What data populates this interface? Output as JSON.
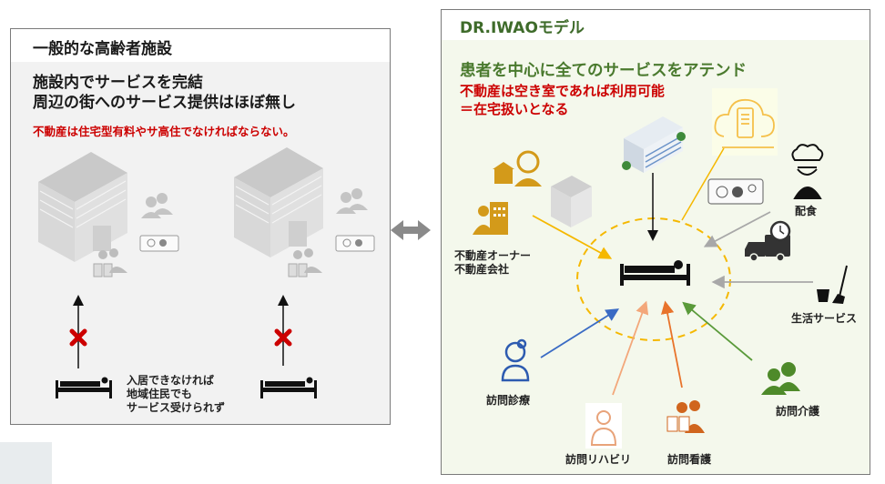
{
  "left_panel": {
    "title": "一般的な高齢者施設",
    "lead_line1": "施設内でサービスを完結",
    "lead_line2": "周辺の街へのサービス提供はほぼ無し",
    "note": "不動産は住宅型有料やサ高住でなければならない。",
    "blocked_note_line1": "入居できなければ",
    "blocked_note_line2": "地域住民でも",
    "blocked_note_line3": "サービス受けられず"
  },
  "right_panel": {
    "title": "DR.IWAOモデル",
    "lead": "患者を中心に全てのサービスをアテンド",
    "note_line1": "不動産は空き室であれば利用可能",
    "note_line2": "＝在宅扱いとなる",
    "labels": {
      "real_estate_line1": "不動産オーナー",
      "real_estate_line2": "不動産会社",
      "meal_delivery": "配食",
      "life_service": "生活サービス",
      "home_medical": "訪問診療",
      "home_rehab": "訪問リハビリ",
      "home_nursing": "訪問看護",
      "home_care": "訪問介護"
    }
  },
  "colors": {
    "left_bg": "#f2f2f2",
    "right_bg": "#f4f8ec",
    "title_green": "#3e6b2a",
    "lead_green": "#4a7a2e",
    "note_red": "#cc0000",
    "circle_yellow": "#f5b800",
    "real_estate_gold": "#d39a1a",
    "medical_blue": "#3a6bc4",
    "rehab_peach": "#f3a77a",
    "nursing_orange": "#e8732b",
    "care_green": "#5a9a3a",
    "gray_arrow": "#a8a8a8",
    "double_arrow": "#8a8a8a"
  }
}
